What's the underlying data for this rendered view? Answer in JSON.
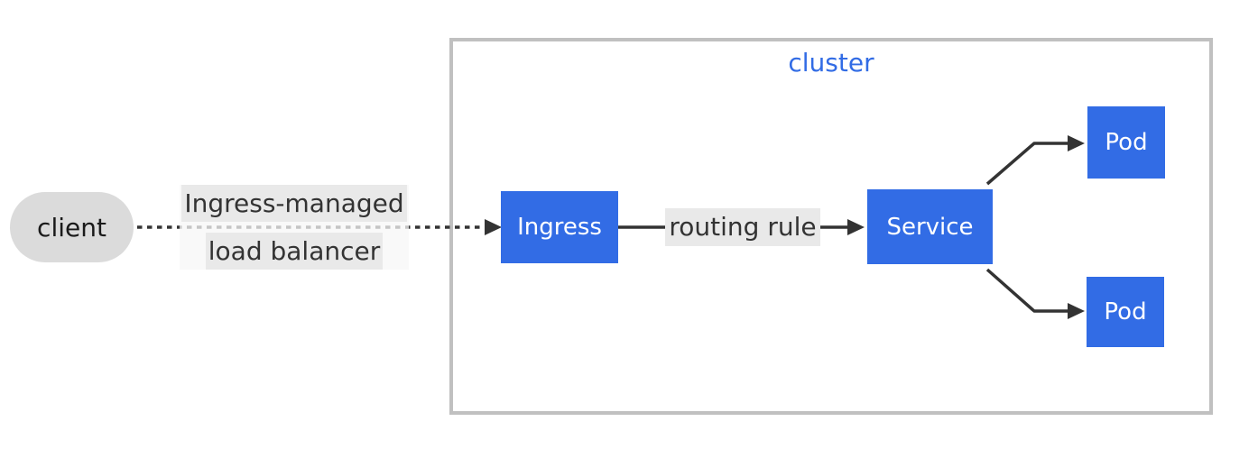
{
  "colors": {
    "node_blue": "#326ce5",
    "node_text": "#ffffff",
    "client_fill": "#dbdbdb",
    "client_text": "#1a1a1a",
    "cluster_border": "#c0c0c0",
    "cluster_label": "#326ce5",
    "edge": "#333333",
    "edge_label_bg": "#e9e9e9",
    "edge_label_text": "#333333",
    "canvas_bg": "#ffffff"
  },
  "client": {
    "label": "client"
  },
  "cluster": {
    "label": "cluster"
  },
  "nodes": {
    "ingress": {
      "label": "Ingress"
    },
    "service": {
      "label": "Service"
    },
    "pod_top": {
      "label": "Pod"
    },
    "pod_bottom": {
      "label": "Pod"
    }
  },
  "edges": {
    "client_ingress": {
      "style": "dashed",
      "label_lines": [
        "Ingress-managed",
        "load balancer"
      ]
    },
    "ingress_service": {
      "style": "solid",
      "label": "routing rule"
    },
    "service_pod_top": {
      "style": "solid"
    },
    "service_pod_bottom": {
      "style": "solid"
    }
  }
}
